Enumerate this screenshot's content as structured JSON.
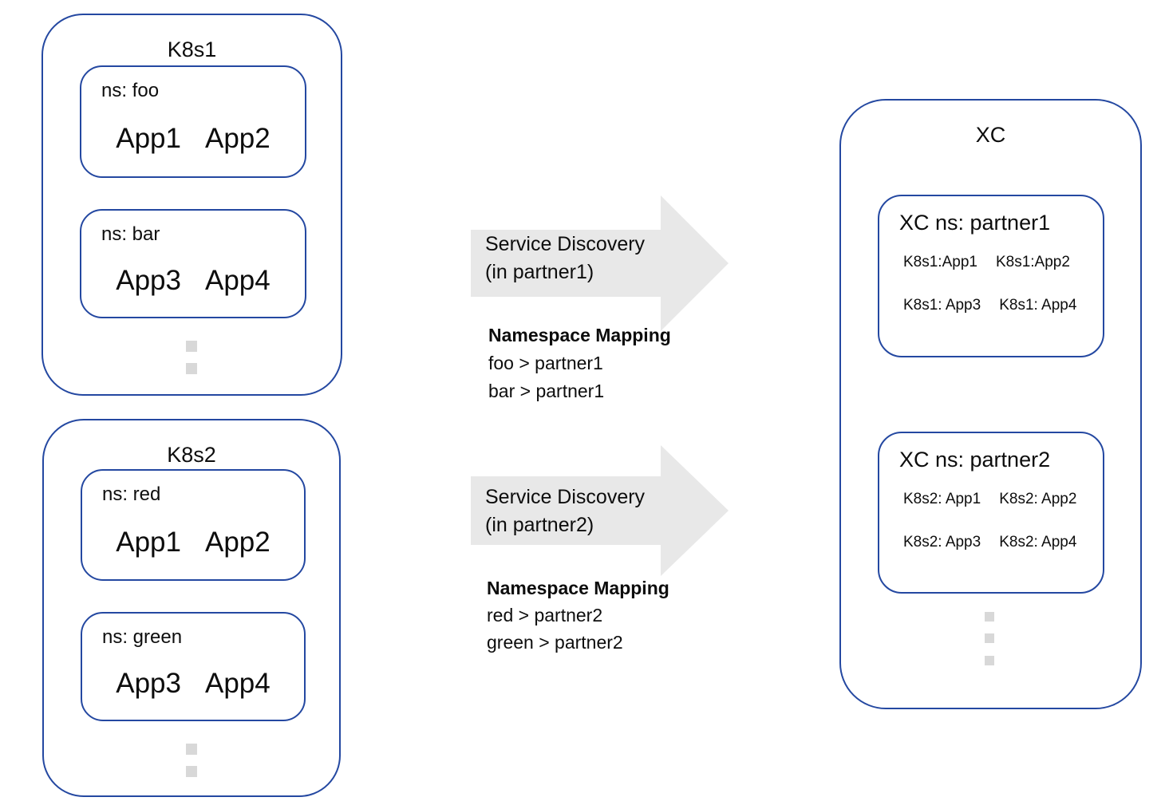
{
  "colors": {
    "border_blue": "#2448a1",
    "arrow_gray": "#e8e8e8",
    "dot_gray": "#d8d8d8",
    "text": "#0d0d0d"
  },
  "clusters": [
    {
      "title": "K8s1",
      "namespaces": [
        {
          "label": "ns: foo",
          "apps": [
            "App1",
            "App2"
          ]
        },
        {
          "label": "ns: bar",
          "apps": [
            "App3",
            "App4"
          ]
        }
      ]
    },
    {
      "title": "K8s2",
      "namespaces": [
        {
          "label": "ns: red",
          "apps": [
            "App1",
            "App2"
          ]
        },
        {
          "label": "ns: green",
          "apps": [
            "App3",
            "App4"
          ]
        }
      ]
    }
  ],
  "flows": [
    {
      "arrow_line1": "Service Discovery",
      "arrow_line2": "(in partner1)",
      "mapping_title": "Namespace Mapping",
      "mappings": [
        "foo > partner1",
        "bar > partner1"
      ]
    },
    {
      "arrow_line1": "Service Discovery",
      "arrow_line2": "(in partner2)",
      "mapping_title": "Namespace Mapping",
      "mappings": [
        "red > partner2",
        "green > partner2"
      ]
    }
  ],
  "xc": {
    "title": "XC",
    "namespaces": [
      {
        "label": "XC ns: partner1",
        "rows": [
          [
            "K8s1:App1",
            "K8s1:App2"
          ],
          [
            "K8s1: App3",
            "K8s1: App4"
          ]
        ]
      },
      {
        "label": "XC ns: partner2",
        "rows": [
          [
            "K8s2: App1",
            "K8s2: App2"
          ],
          [
            "K8s2: App3",
            "K8s2: App4"
          ]
        ]
      }
    ]
  }
}
